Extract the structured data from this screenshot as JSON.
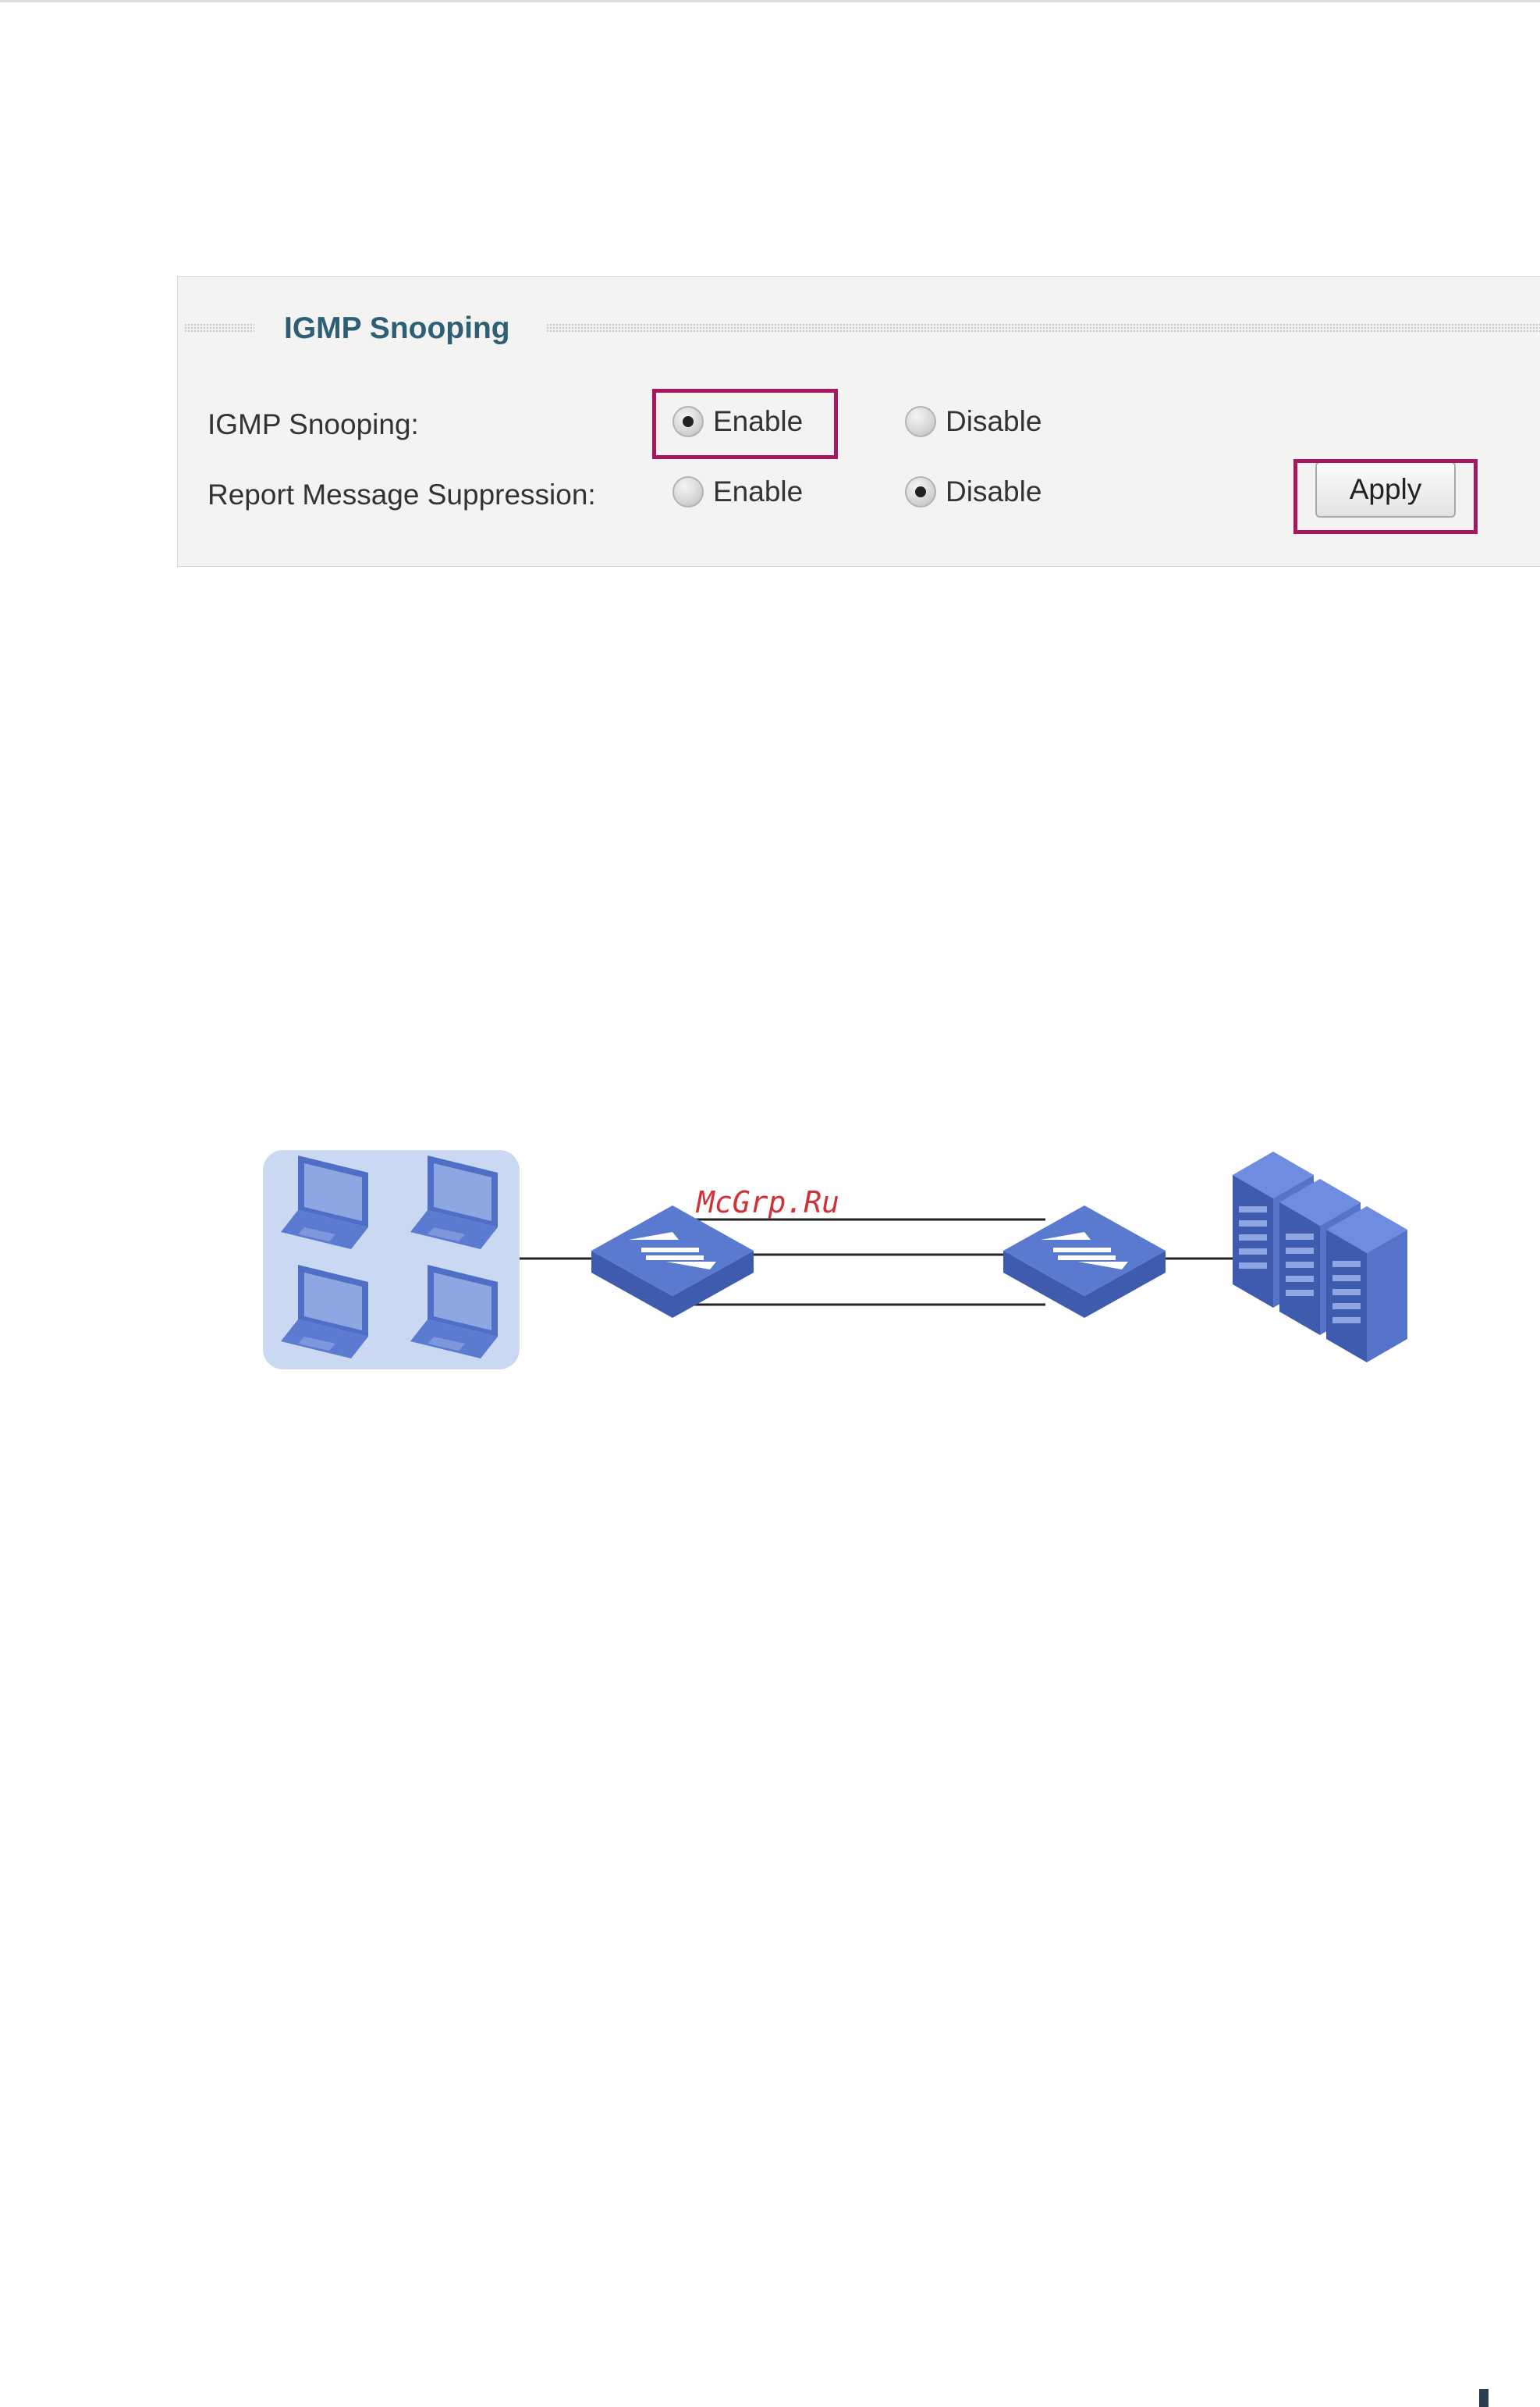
{
  "panel": {
    "title": "IGMP Snooping",
    "rows": [
      {
        "label": "IGMP Snooping:",
        "options": [
          {
            "label": "Enable",
            "checked": true
          },
          {
            "label": "Disable",
            "checked": false
          }
        ]
      },
      {
        "label": "Report Message Suppression:",
        "options": [
          {
            "label": "Enable",
            "checked": false
          },
          {
            "label": "Disable",
            "checked": true
          }
        ]
      }
    ],
    "apply_label": "Apply",
    "highlight_color": "#a5175e"
  },
  "diagram": {
    "watermark": "McGrp.Ru",
    "device_color": "#4e6fc4",
    "client_group_bg": "#cbd8f2"
  }
}
